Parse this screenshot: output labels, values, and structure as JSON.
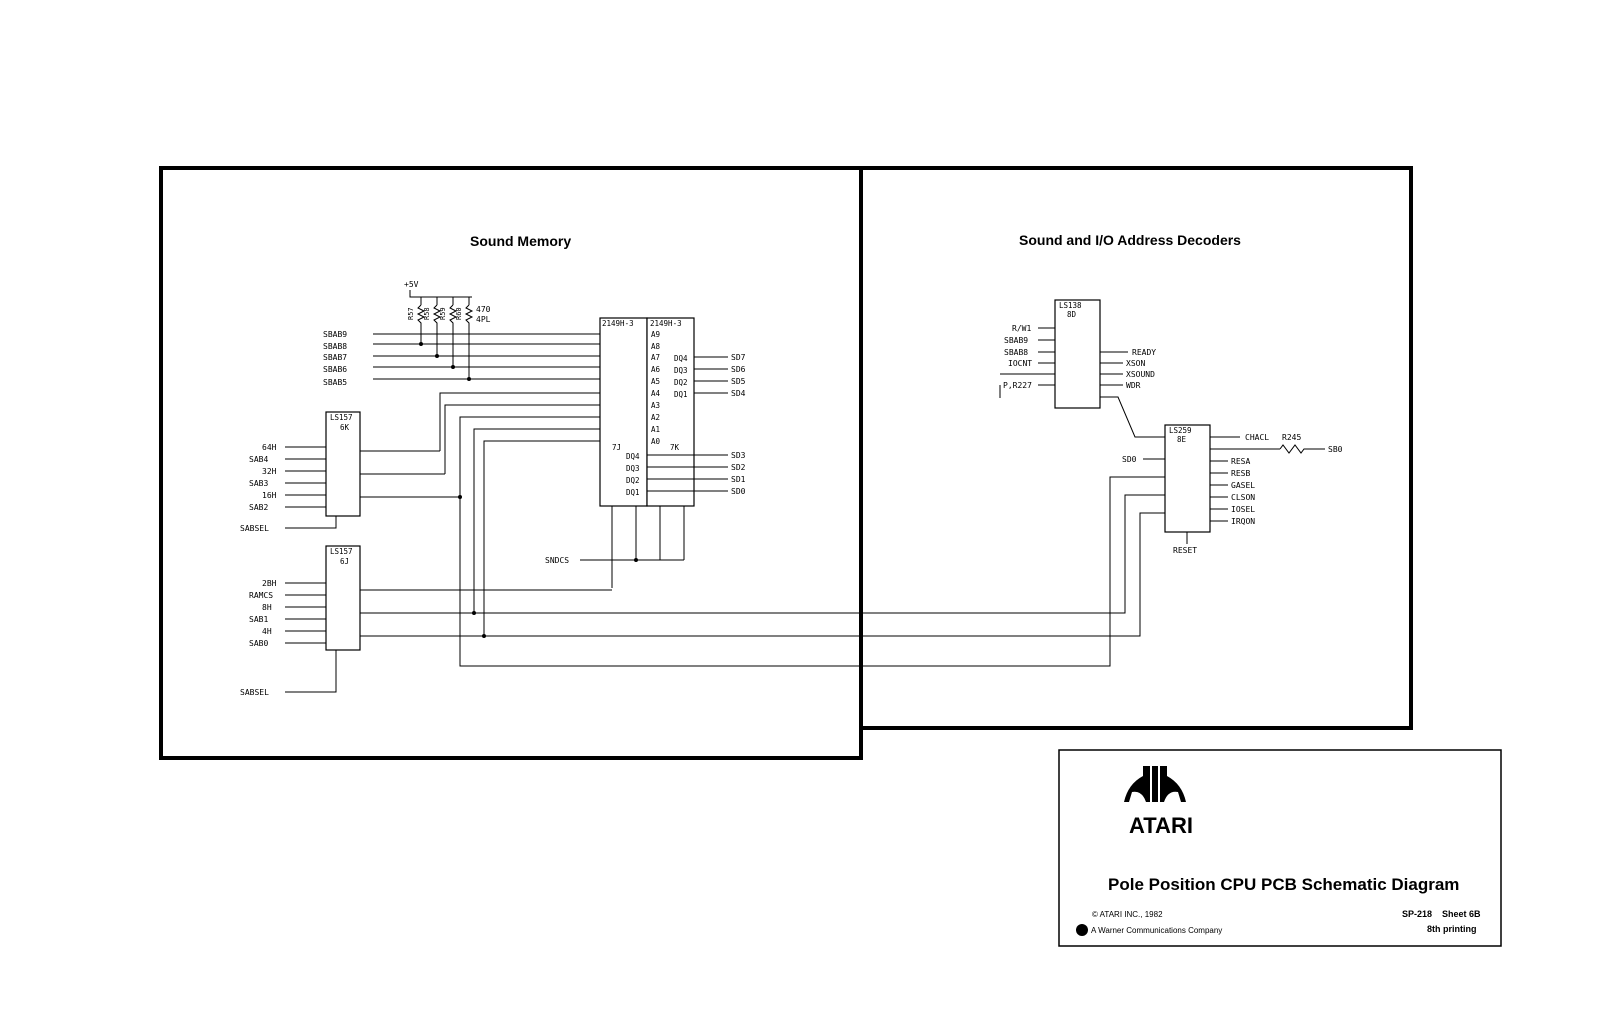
{
  "sections": {
    "sound_memory": "Sound Memory",
    "decoders": "Sound and I/O Address Decoders"
  },
  "memory": {
    "supply": "+5V",
    "pullups": [
      "R57",
      "R58",
      "R59",
      "R60"
    ],
    "pullup_value": "470",
    "pullup_note": "4PL",
    "address_inputs": [
      "SBAB9",
      "SBAB8",
      "SBAB7",
      "SBAB6",
      "SBAB5"
    ],
    "ram_7j": {
      "part": "2149H-3",
      "ref": "7J"
    },
    "ram_7k": {
      "part": "2149H-3",
      "ref": "7K"
    },
    "address_pins": [
      "A9",
      "A8",
      "A7",
      "A6",
      "A5",
      "A4",
      "A3",
      "A2",
      "A1",
      "A0"
    ],
    "data_pins": [
      "DQ4",
      "DQ3",
      "DQ2",
      "DQ1"
    ],
    "data_out_upper": [
      "SD7",
      "SD6",
      "SD5",
      "SD4"
    ],
    "data_out_lower": [
      "SD3",
      "SD2",
      "SD1",
      "SD0"
    ],
    "chip_select_net": "SNDCS",
    "mux_6k": {
      "part": "LS157",
      "ref": "6K",
      "inputs": [
        "64H",
        "SAB4",
        "32H",
        "SAB3",
        "16H",
        "SAB2"
      ],
      "select": "SABSEL"
    },
    "mux_6j": {
      "part": "LS157",
      "ref": "6J",
      "inputs": [
        "2BH",
        "RAMCS",
        "8H",
        "SAB1",
        "4H",
        "SAB0"
      ],
      "select": "SABSEL"
    }
  },
  "decoder": {
    "ls138": {
      "part": "LS138",
      "ref": "8D",
      "inputs": [
        "R/W1",
        "SBAB9",
        "SBAB8",
        "IOCNT",
        "P,R227"
      ],
      "outputs": [
        "READY",
        "XSON",
        "XSOUND",
        "WDR"
      ]
    },
    "ls259": {
      "part": "LS259",
      "ref": "8E",
      "data_in": "SD0",
      "reset": "RESET",
      "outputs": [
        "CHACL",
        "RESA",
        "RESB",
        "GASEL",
        "CLSON",
        "IOSEL",
        "IRQON"
      ],
      "resistor": "R245",
      "resistor_net": "SB0"
    }
  },
  "title_block": {
    "brand": "ATARI",
    "title": "Pole Position CPU PCB Schematic Diagram",
    "copyright": "© ATARI INC., 1982",
    "company": "A Warner Communications Company",
    "doc_number": "SP-218",
    "sheet": "Sheet 6B",
    "printing": "8th printing"
  }
}
